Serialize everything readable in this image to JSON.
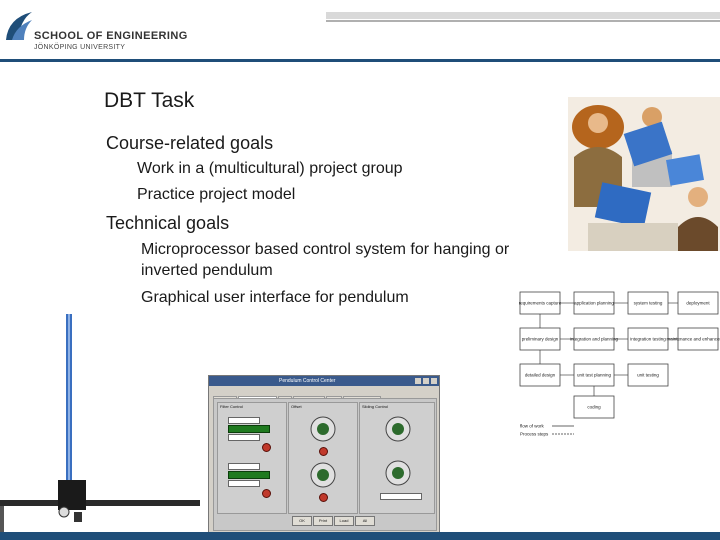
{
  "header": {
    "school": "SCHOOL OF ENGINEERING",
    "university": "JÖNKÖPING UNIVERSITY"
  },
  "slide": {
    "title": "DBT Task",
    "sections": [
      {
        "heading": "Course-related goals",
        "items": [
          "Work in a (multicultural) project group",
          "Practice project model"
        ]
      },
      {
        "heading": "Technical goals",
        "items": [
          "Microprocessor based control system for hanging or",
          "inverted pendulum",
          "Graphical user interface for pendulum"
        ]
      }
    ]
  },
  "flowchart": {
    "boxes": [
      "requirements capture",
      "application planning",
      "system testing",
      "deployment",
      "preliminary design",
      "integration and planning",
      "integration testing",
      "maintenance and enhancement",
      "detailed design",
      "unit test planning",
      "unit testing",
      "coding"
    ],
    "legend": [
      "flow of work",
      "Process steps"
    ]
  },
  "gui": {
    "title": "Pendulum Control Center",
    "tabs": [
      "SYSTEM",
      "SYSTEM Control",
      "ITC",
      "TTY Connect",
      "Help",
      "Message Control"
    ],
    "sections": [
      "Filter Control",
      "Offset",
      "Sliding Control"
    ],
    "bottom_buttons": [
      "OK",
      "Print",
      "Load",
      "All"
    ],
    "colors": {
      "titlebar": "#3a5a8c",
      "panel": "#c8c8c8",
      "indicator": "#1f7a1f"
    }
  },
  "colors": {
    "accent": "#1f4e79"
  }
}
